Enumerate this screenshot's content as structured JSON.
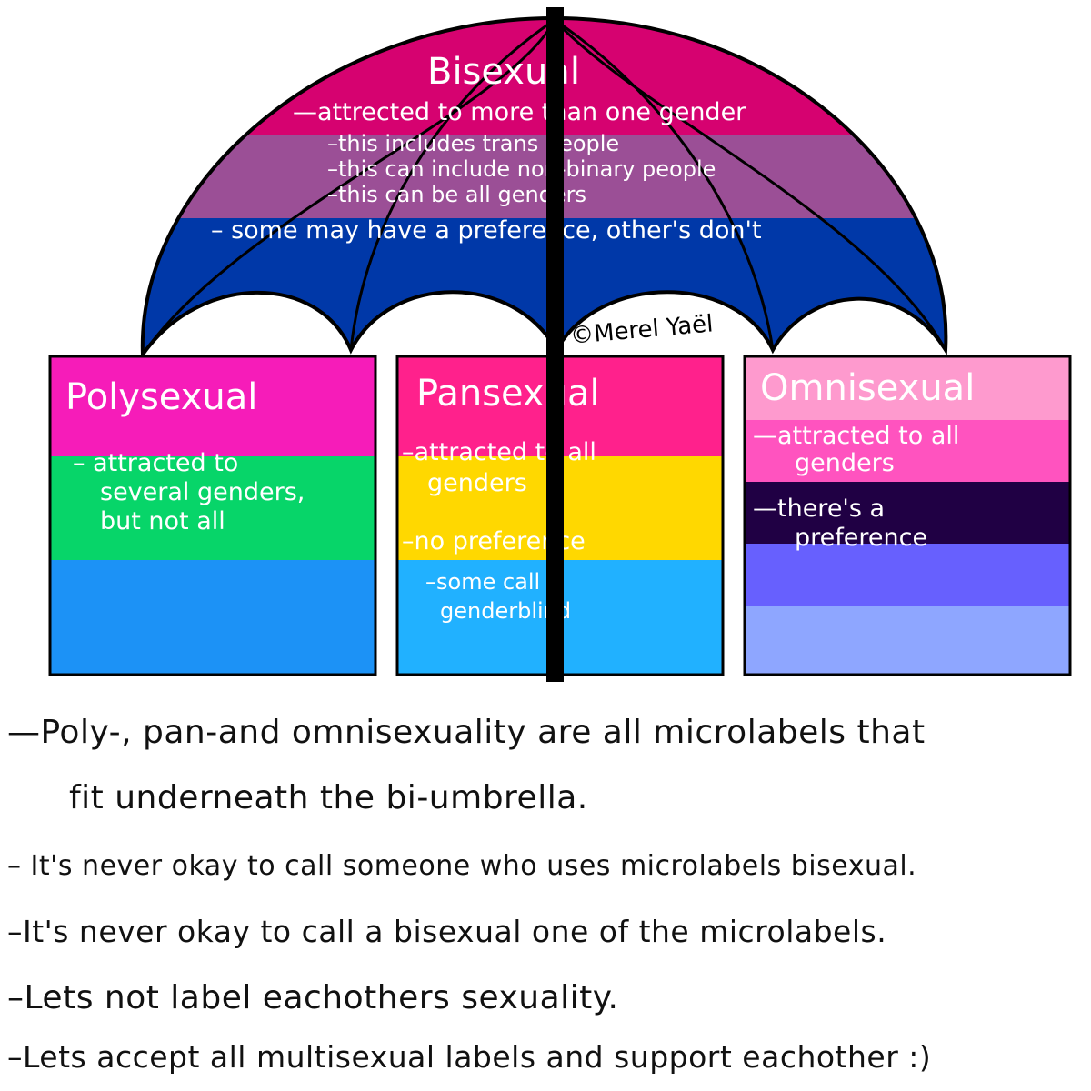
{
  "umbrella": {
    "title": "Bisexual",
    "lines": [
      "—attrected to more than one gender",
      "–this includes trans people",
      "–this can include non-binary people",
      "–this can be all genders",
      "– some may have a preference, other's don't"
    ],
    "stripe_colors": [
      "#d60270",
      "#9b4f96",
      "#0038a8"
    ]
  },
  "credit": "©Merel Yaël",
  "boxes": {
    "polysexual": {
      "title": "Polysexual",
      "lines": [
        "– attracted to",
        "several genders,",
        "but not all"
      ],
      "colors": [
        "#f61cb9",
        "#07d569",
        "#1c92f6"
      ]
    },
    "pansexual": {
      "title": "Pansexual",
      "lines": [
        "–attracted to all",
        "genders",
        "–no preference",
        "–some call it",
        "genderblind"
      ],
      "colors": [
        "#ff218c",
        "#ffd800",
        "#21b1ff"
      ]
    },
    "omnisexual": {
      "title": "Omnisexual",
      "lines": [
        "—attracted to all",
        "genders",
        "—there's a",
        "preference"
      ],
      "colors": [
        "#fe9ace",
        "#ff53bf",
        "#200044",
        "#6760fe",
        "#8ea6ff"
      ]
    }
  },
  "notes": [
    "—Poly-, pan-and omnisexuality are all microlabels that",
    "fit underneath the bi-umbrella.",
    "– It's never okay to call someone who uses microlabels bisexual.",
    "–It's never okay to call a bisexual one of the microlabels.",
    "–Lets not label eachothers sexuality.",
    "–Lets accept all multisexual labels and support eachother :)"
  ]
}
